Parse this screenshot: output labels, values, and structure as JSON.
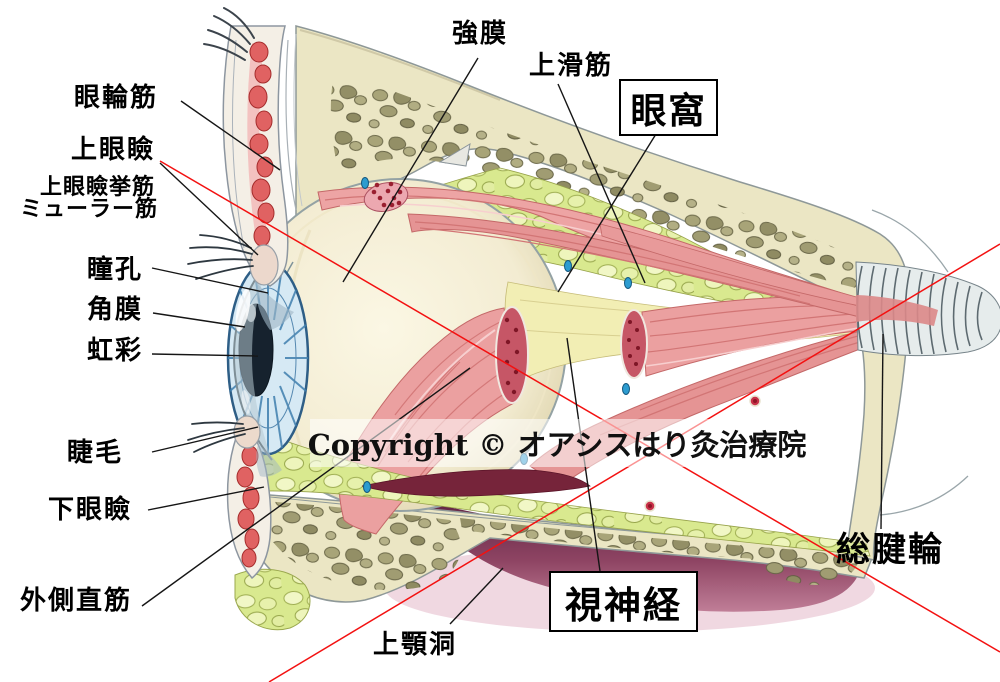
{
  "labels": {
    "orbicularis_oculi": {
      "text": "眼輪筋"
    },
    "upper_eyelid": {
      "text": "上眼瞼"
    },
    "levator_palpebrae": {
      "text": "上眼瞼挙筋"
    },
    "muller_muscle": {
      "text": "ミューラー筋"
    },
    "pupil": {
      "text": "瞳孔"
    },
    "cornea": {
      "text": "角膜"
    },
    "iris": {
      "text": "虹彩"
    },
    "eyelashes": {
      "text": "睫毛"
    },
    "lower_eyelid": {
      "text": "下眼瞼"
    },
    "lateral_rectus": {
      "text": "外側直筋"
    },
    "sclera": {
      "text": "強膜"
    },
    "superior_muscle": {
      "text": "上滑筋"
    },
    "orbit_boxed": {
      "text": "眼窩",
      "boxed": true
    },
    "optic_nerve_boxed": {
      "text": "視神経",
      "boxed": true
    },
    "annulus_of_zinn": {
      "text": "総腱輪"
    },
    "maxillary_sinus": {
      "text": "上顎洞"
    }
  },
  "watermark": {
    "copyright_text": "Copyright © オアシスはり灸治療院",
    "line_color": "#f31111"
  },
  "colors": {
    "background": "#ffffff",
    "bone": "#ebe6c4",
    "bone_pebble": "#a6a277",
    "orbital_fat": "#d9e98f",
    "muscle": "#eba0a0",
    "muscle_cut": "#c65666",
    "maxillary_sinus": "#6b2846",
    "iris_blue": "#4a85b5",
    "label_text": "#000000",
    "leader_line": "#151515"
  }
}
